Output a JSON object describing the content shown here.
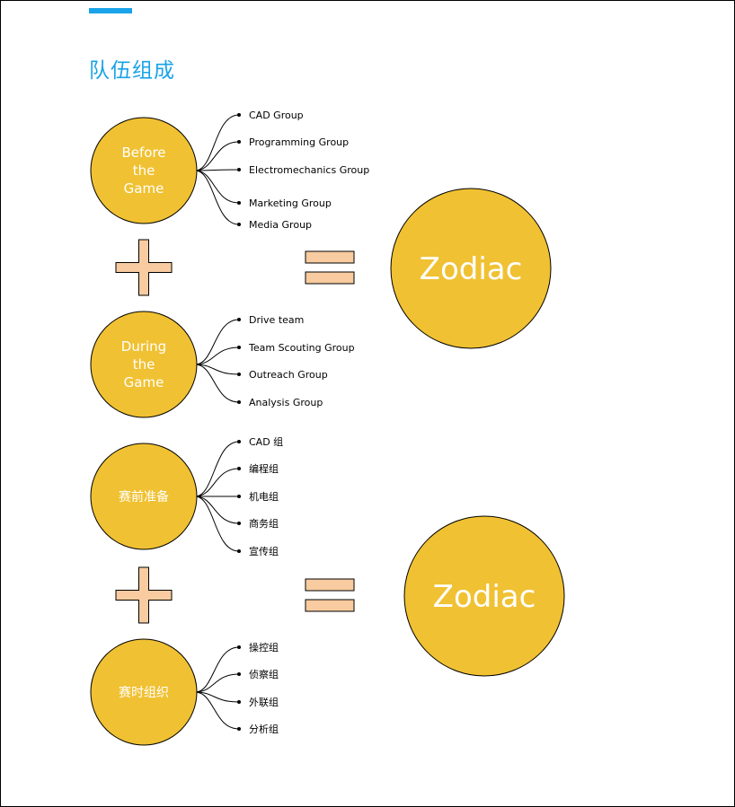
{
  "page": {
    "title": "队伍组成"
  },
  "colors": {
    "accent": "#1aa3e8",
    "circle": "#f0c132",
    "operator": "#f8cba0"
  },
  "blocks": [
    {
      "circles": [
        {
          "label_lines": [
            "Before",
            "the",
            "Game"
          ],
          "items": [
            "CAD Group",
            "Programming Group",
            "Electromechanics Group",
            "Marketing Group",
            "Media Group"
          ]
        },
        {
          "label_lines": [
            "During",
            "the",
            "Game"
          ],
          "items": [
            "Drive team",
            "Team Scouting Group",
            "Outreach Group",
            "Analysis  Group"
          ]
        }
      ],
      "result": "Zodiac"
    },
    {
      "circles": [
        {
          "label_lines": [
            "赛前准备"
          ],
          "items": [
            "CAD 组",
            "编程组",
            "机电组",
            "商务组",
            "宣传组"
          ]
        },
        {
          "label_lines": [
            "赛时组织"
          ],
          "items": [
            "操控组",
            "侦察组",
            "外联组",
            "分析组"
          ]
        }
      ],
      "result": "Zodiac"
    }
  ]
}
